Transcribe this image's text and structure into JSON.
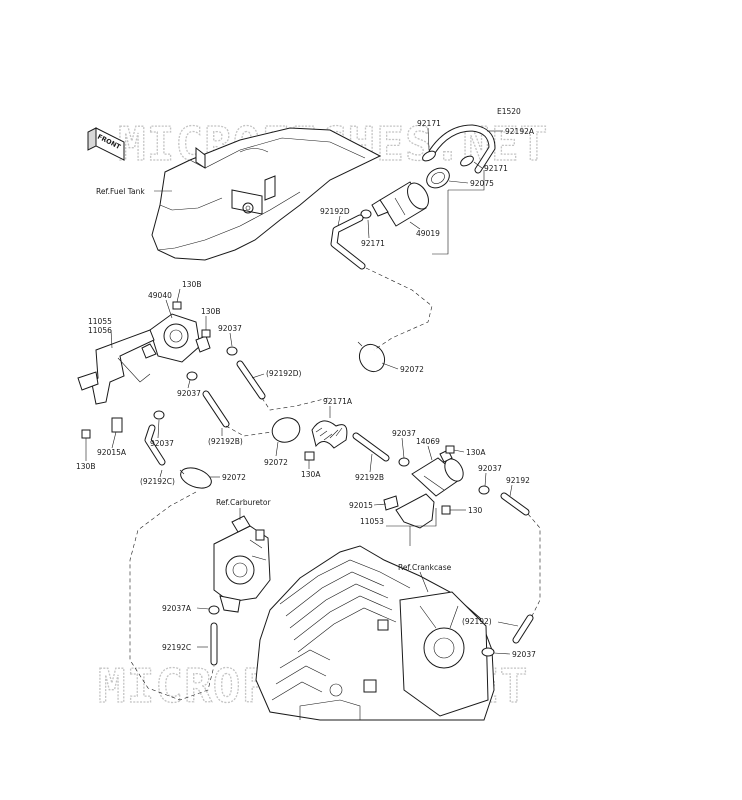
{
  "figure_code": "E1520",
  "watermark": "MICROFICHES.NET",
  "front_badge": "FRONT",
  "references": {
    "fuel_tank": "Ref.Fuel Tank",
    "carburetor": "Ref.Carburetor",
    "crankcase": "Ref.Crankcase"
  },
  "parts": {
    "p92171_top": "92171",
    "p92192A": "92192A",
    "p92171_right": "92171",
    "p92075": "92075",
    "p92192D": "92192D",
    "p92171_mid": "92171",
    "p49019": "49019",
    "p130B_top": "130B",
    "p49040": "49040",
    "p130B_2": "130B",
    "p11055": "11055",
    "p11056": "11056",
    "p92037_a": "92037",
    "p92192D_paren": "(92192D)",
    "p92072_right": "92072",
    "p92037_b": "92037",
    "p92171A": "92171A",
    "p92192B_paren": "(92192B)",
    "p92037_c": "92037",
    "p92015A": "92015A",
    "p130B_bottom": "130B",
    "p92072_mid": "92072",
    "p130A_mid": "130A",
    "p92192B": "92192B",
    "p92037_d": "92037",
    "p14069": "14069",
    "p130A_right": "130A",
    "p92037_e": "92037",
    "p92192": "92192",
    "p92192C_paren": "(92192C)",
    "p92072_left": "92072",
    "p92015": "92015",
    "p130": "130",
    "p11053": "11053",
    "p92037A": "92037A",
    "p92192C": "92192C",
    "p92192_paren": "(92192)",
    "p92037_f": "92037"
  }
}
